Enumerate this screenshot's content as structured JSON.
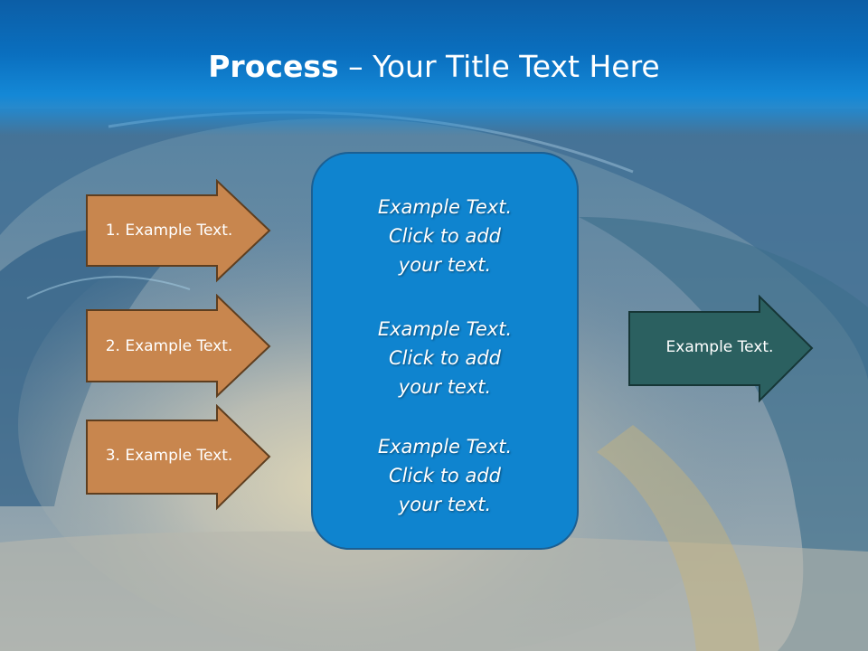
{
  "slide": {
    "title_bold": "Process",
    "title_rest": " – Your Title Text Here"
  },
  "inputs": [
    {
      "label": "1. Example Text."
    },
    {
      "label": "2. Example Text."
    },
    {
      "label": "3. Example Text."
    }
  ],
  "process_box": {
    "paragraphs": [
      {
        "lines": [
          "Example Text.",
          "Click  to add",
          "your text."
        ]
      },
      {
        "lines": [
          "Example Text.",
          "Click  to add",
          "your text."
        ]
      },
      {
        "lines": [
          "Example Text.",
          "Click  to add",
          "your text."
        ]
      }
    ]
  },
  "output": {
    "label": "Example Text."
  },
  "colors": {
    "input_arrow_fill": "#c8864e",
    "input_arrow_stroke": "#5e3e1f",
    "center_box_fill": "#0f84cf",
    "output_arrow_fill": "#2b6060",
    "output_arrow_stroke": "#163636"
  }
}
